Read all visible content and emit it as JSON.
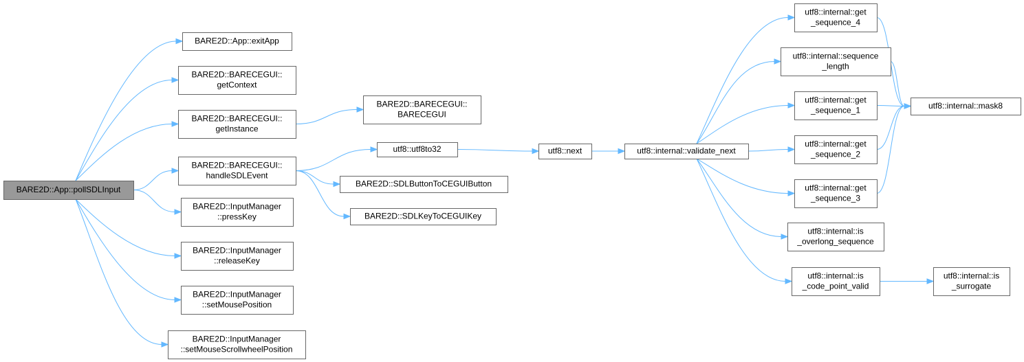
{
  "diagram": {
    "edge_color": "#63b8ff",
    "node_border_color": "#666666",
    "root_fill_color": "#999999",
    "nodes": [
      {
        "id": "root",
        "lines": [
          "BARE2D::App::pollSDLInput"
        ],
        "root": true
      },
      {
        "id": "exitApp",
        "lines": [
          "BARE2D::App::exitApp"
        ]
      },
      {
        "id": "getContext",
        "lines": [
          "BARE2D::BARECEGUI::",
          "getContext"
        ]
      },
      {
        "id": "getInstance",
        "lines": [
          "BARE2D::BARECEGUI::",
          "getInstance"
        ]
      },
      {
        "id": "handleSDLEvent",
        "lines": [
          "BARE2D::BARECEGUI::",
          "handleSDLEvent"
        ]
      },
      {
        "id": "pressKey",
        "lines": [
          "BARE2D::InputManager",
          "::pressKey"
        ]
      },
      {
        "id": "releaseKey",
        "lines": [
          "BARE2D::InputManager",
          "::releaseKey"
        ]
      },
      {
        "id": "setMousePosition",
        "lines": [
          "BARE2D::InputManager",
          "::setMousePosition"
        ]
      },
      {
        "id": "setMouseScrollwheelPosition",
        "lines": [
          "BARE2D::InputManager",
          "::setMouseScrollwheelPosition"
        ]
      },
      {
        "id": "BARECEGUI",
        "lines": [
          "BARE2D::BARECEGUI::",
          "BARECEGUI"
        ]
      },
      {
        "id": "utf8to32",
        "lines": [
          "utf8::utf8to32"
        ]
      },
      {
        "id": "SDLButtonToCEGUIButton",
        "lines": [
          "BARE2D::SDLButtonToCEGUIButton"
        ]
      },
      {
        "id": "SDLKeyToCEGUIKey",
        "lines": [
          "BARE2D::SDLKeyToCEGUIKey"
        ]
      },
      {
        "id": "next",
        "lines": [
          "utf8::next"
        ]
      },
      {
        "id": "validate_next",
        "lines": [
          "utf8::internal::validate_next"
        ]
      },
      {
        "id": "get_sequence_4",
        "lines": [
          "utf8::internal::get",
          "_sequence_4"
        ]
      },
      {
        "id": "sequence_length",
        "lines": [
          "utf8::internal::sequence",
          "_length"
        ]
      },
      {
        "id": "get_sequence_1",
        "lines": [
          "utf8::internal::get",
          "_sequence_1"
        ]
      },
      {
        "id": "get_sequence_2",
        "lines": [
          "utf8::internal::get",
          "_sequence_2"
        ]
      },
      {
        "id": "get_sequence_3",
        "lines": [
          "utf8::internal::get",
          "_sequence_3"
        ]
      },
      {
        "id": "is_overlong_sequence",
        "lines": [
          "utf8::internal::is",
          "_overlong_sequence"
        ]
      },
      {
        "id": "is_code_point_valid",
        "lines": [
          "utf8::internal::is",
          "_code_point_valid"
        ]
      },
      {
        "id": "mask8",
        "lines": [
          "utf8::internal::mask8"
        ]
      },
      {
        "id": "is_surrogate",
        "lines": [
          "utf8::internal::is",
          "_surrogate"
        ]
      }
    ],
    "edges": [
      {
        "from": "root",
        "to": "exitApp"
      },
      {
        "from": "root",
        "to": "getContext"
      },
      {
        "from": "root",
        "to": "getInstance"
      },
      {
        "from": "root",
        "to": "handleSDLEvent"
      },
      {
        "from": "root",
        "to": "pressKey"
      },
      {
        "from": "root",
        "to": "releaseKey"
      },
      {
        "from": "root",
        "to": "setMousePosition"
      },
      {
        "from": "root",
        "to": "setMouseScrollwheelPosition"
      },
      {
        "from": "getInstance",
        "to": "BARECEGUI"
      },
      {
        "from": "handleSDLEvent",
        "to": "utf8to32"
      },
      {
        "from": "handleSDLEvent",
        "to": "SDLButtonToCEGUIButton"
      },
      {
        "from": "handleSDLEvent",
        "to": "SDLKeyToCEGUIKey"
      },
      {
        "from": "utf8to32",
        "to": "next"
      },
      {
        "from": "next",
        "to": "validate_next"
      },
      {
        "from": "validate_next",
        "to": "get_sequence_4"
      },
      {
        "from": "validate_next",
        "to": "sequence_length"
      },
      {
        "from": "validate_next",
        "to": "get_sequence_1"
      },
      {
        "from": "validate_next",
        "to": "get_sequence_2"
      },
      {
        "from": "validate_next",
        "to": "get_sequence_3"
      },
      {
        "from": "validate_next",
        "to": "is_overlong_sequence"
      },
      {
        "from": "validate_next",
        "to": "is_code_point_valid"
      },
      {
        "from": "get_sequence_4",
        "to": "mask8"
      },
      {
        "from": "sequence_length",
        "to": "mask8"
      },
      {
        "from": "get_sequence_1",
        "to": "mask8"
      },
      {
        "from": "get_sequence_2",
        "to": "mask8"
      },
      {
        "from": "get_sequence_3",
        "to": "mask8"
      },
      {
        "from": "is_code_point_valid",
        "to": "is_surrogate"
      }
    ]
  }
}
